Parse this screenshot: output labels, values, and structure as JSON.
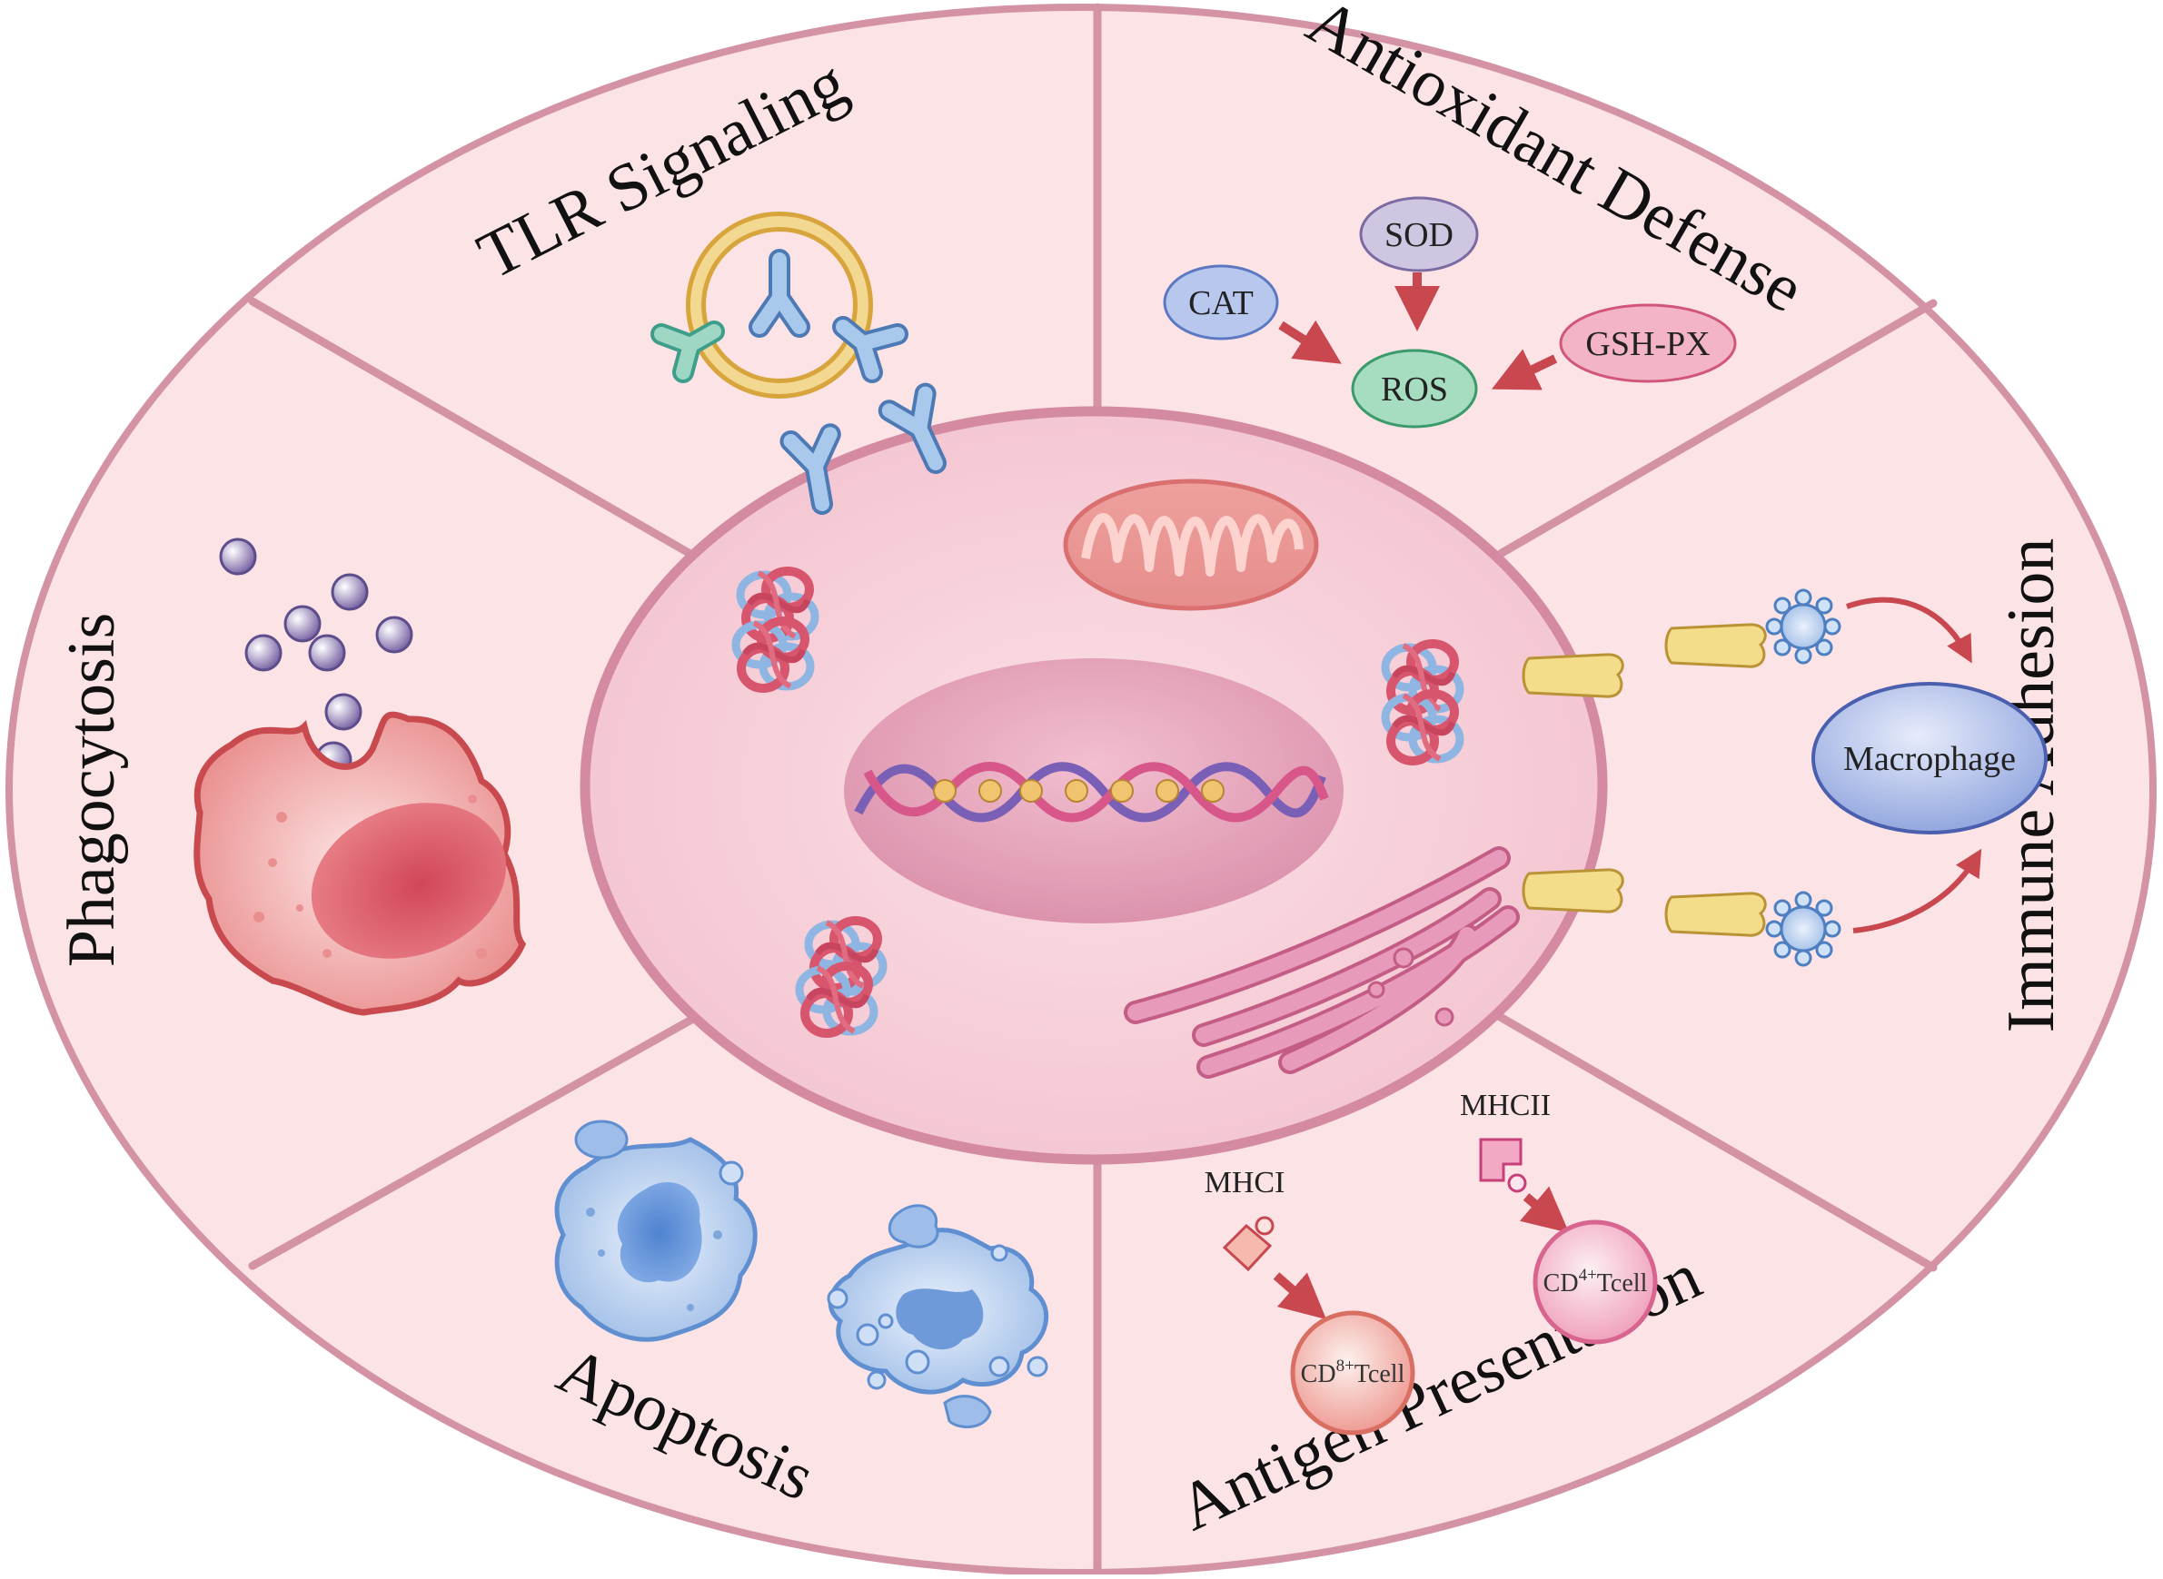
{
  "sections": {
    "tlr": {
      "title": "TLR Signaling"
    },
    "antioxidant": {
      "title": "Antioxidant Defense",
      "nodes": {
        "sod": "SOD",
        "cat": "CAT",
        "ros": "ROS",
        "gsh": "GSH-PX"
      }
    },
    "phagocytosis": {
      "title": "Phagocytosis"
    },
    "immune": {
      "title": "Immune Adhesion",
      "macrophage": "Macrophage"
    },
    "apoptosis": {
      "title": "Apoptosis"
    },
    "antigen": {
      "title": "Antigen Presentation",
      "mhc1": "MHCI",
      "mhc2": "MHCII",
      "cd8": {
        "prefix": "CD",
        "sup": "8+",
        "suffix": "Tcell"
      },
      "cd4": {
        "prefix": "CD",
        "sup": "4+",
        "suffix": "Tcell"
      }
    }
  },
  "colors": {
    "outer_fill": "#fbe3e6",
    "outer_stroke": "#d493a5",
    "cell_fill": "#f7cfd8",
    "nucleus_fill": "#e9a9bd",
    "ros_fill": "#a6dcc0",
    "sod_fill": "#cfc6e2",
    "cat_fill": "#b7c7ee",
    "gsh_fill": "#f3b5c6",
    "arrow": "#c9474f",
    "macrophage_fill": "#aab8e6"
  }
}
